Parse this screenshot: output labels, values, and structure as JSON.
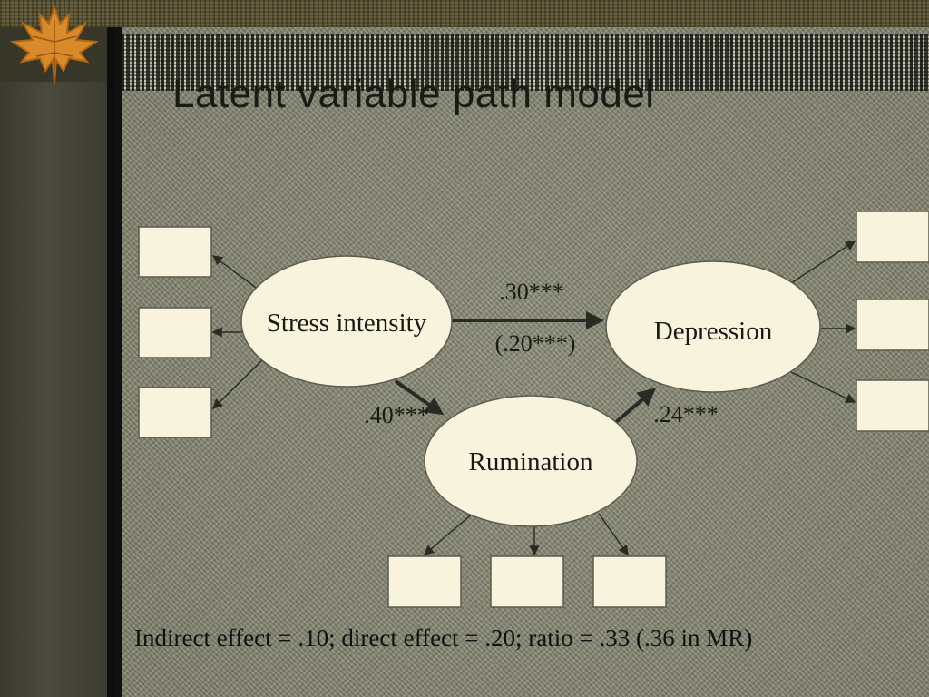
{
  "slide": {
    "title": "Latent variable path model",
    "footer": "Indirect effect = .10; direct effect = .20; ratio = .33 (.36 in MR)"
  },
  "diagram": {
    "nodes": {
      "stress": "Stress intensity",
      "depression": "Depression",
      "rumination": "Rumination"
    },
    "paths": {
      "stress_to_depression": ".30***",
      "stress_to_depression_direct": "(.20***)",
      "stress_to_rumination": ".40***",
      "rumination_to_depression": ".24***"
    },
    "indicator_counts": {
      "stress": 3,
      "depression": 3,
      "rumination": 3
    }
  },
  "colors": {
    "node_fill": "#f7f3dc",
    "indicator_fill": "#f7f3dc",
    "arrow": "#2a2a25",
    "background": "#858572"
  },
  "icons": {
    "decoration": "maple-leaf-icon"
  }
}
